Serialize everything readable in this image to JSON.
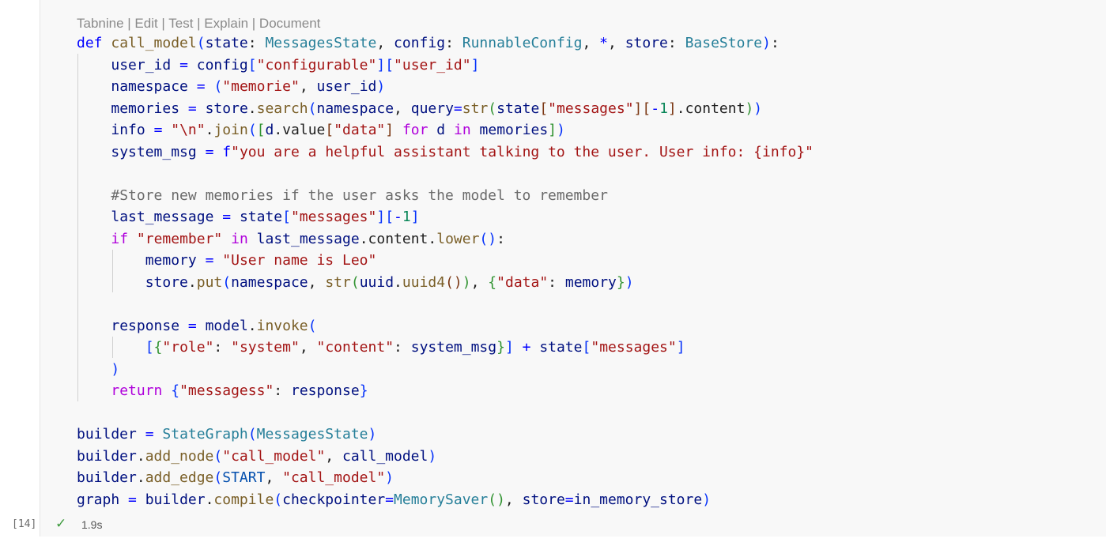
{
  "codelens": {
    "text": "Tabnine | Edit | Test | Explain | Document"
  },
  "cell": {
    "execution_count": "[14]",
    "status_icon": "check-icon",
    "exec_time": "1.9s"
  },
  "code_lines": [
    "def call_model(state: MessagesState, config: RunnableConfig, *, store: BaseStore):",
    "    user_id = config[\"configurable\"][\"user_id\"]",
    "    namespace = (\"memorie\", user_id)",
    "    memories = store.search(namespace, query=str(state[\"messages\"][-1].content))",
    "    info = \"\\n\".join([d.value[\"data\"] for d in memories])",
    "    system_msg = f\"you are a helpful assistant talking to the user. User info: {info}\"",
    "",
    "    #Store new memories if the user asks the model to remember",
    "    last_message = state[\"messages\"][-1]",
    "    if \"remember\" in last_message.content.lower():",
    "        memory = \"User name is Leo\"",
    "        store.put(namespace, str(uuid.uuid4()), {\"data\": memory})",
    "",
    "    response = model.invoke(",
    "        [{\"role\": \"system\", \"content\": system_msg}] + state[\"messages\"]",
    "    )",
    "    return {\"messagess\": response}",
    "",
    "builder = StateGraph(MessagesState)",
    "builder.add_node(\"call_model\", call_model)",
    "builder.add_edge(START, \"call_model\")",
    "graph = builder.compile(checkpointer=MemorySaver(), store=in_memory_store)"
  ],
  "colors": {
    "cell_background": "#f8f8f8",
    "keyword": "#af00db",
    "string": "#a31515",
    "comment": "#6b6b6b",
    "success": "#3c9a3c"
  }
}
